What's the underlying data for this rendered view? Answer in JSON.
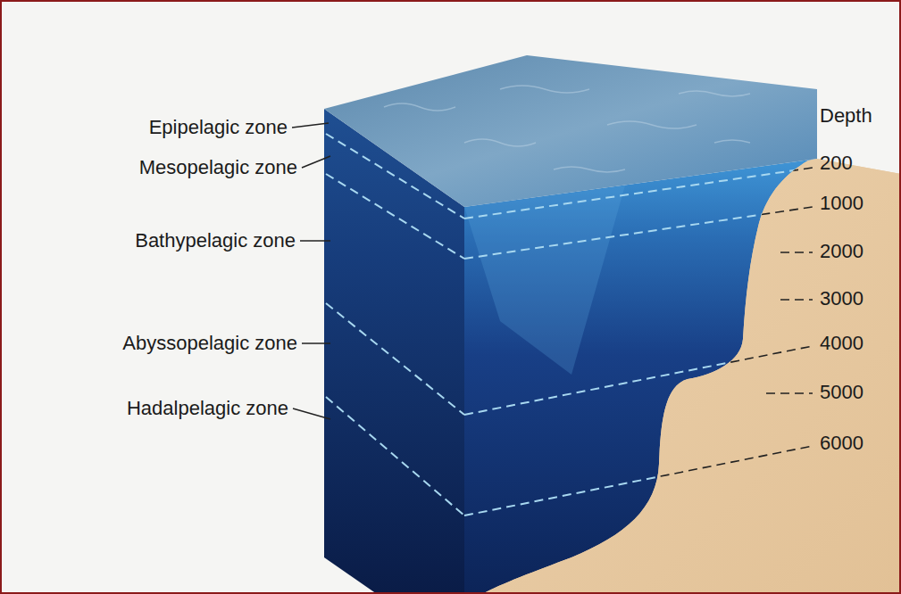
{
  "diagram": {
    "labels": [
      "Epipelagic zone",
      "Mesopelagic zone",
      "Bathypelagic zone",
      "Abyssopelagic zone",
      "Hadalpelagic zone",
      "Depth",
      "200",
      "1000",
      "2000",
      "3000",
      "4000",
      "5000",
      "6000"
    ]
  }
}
